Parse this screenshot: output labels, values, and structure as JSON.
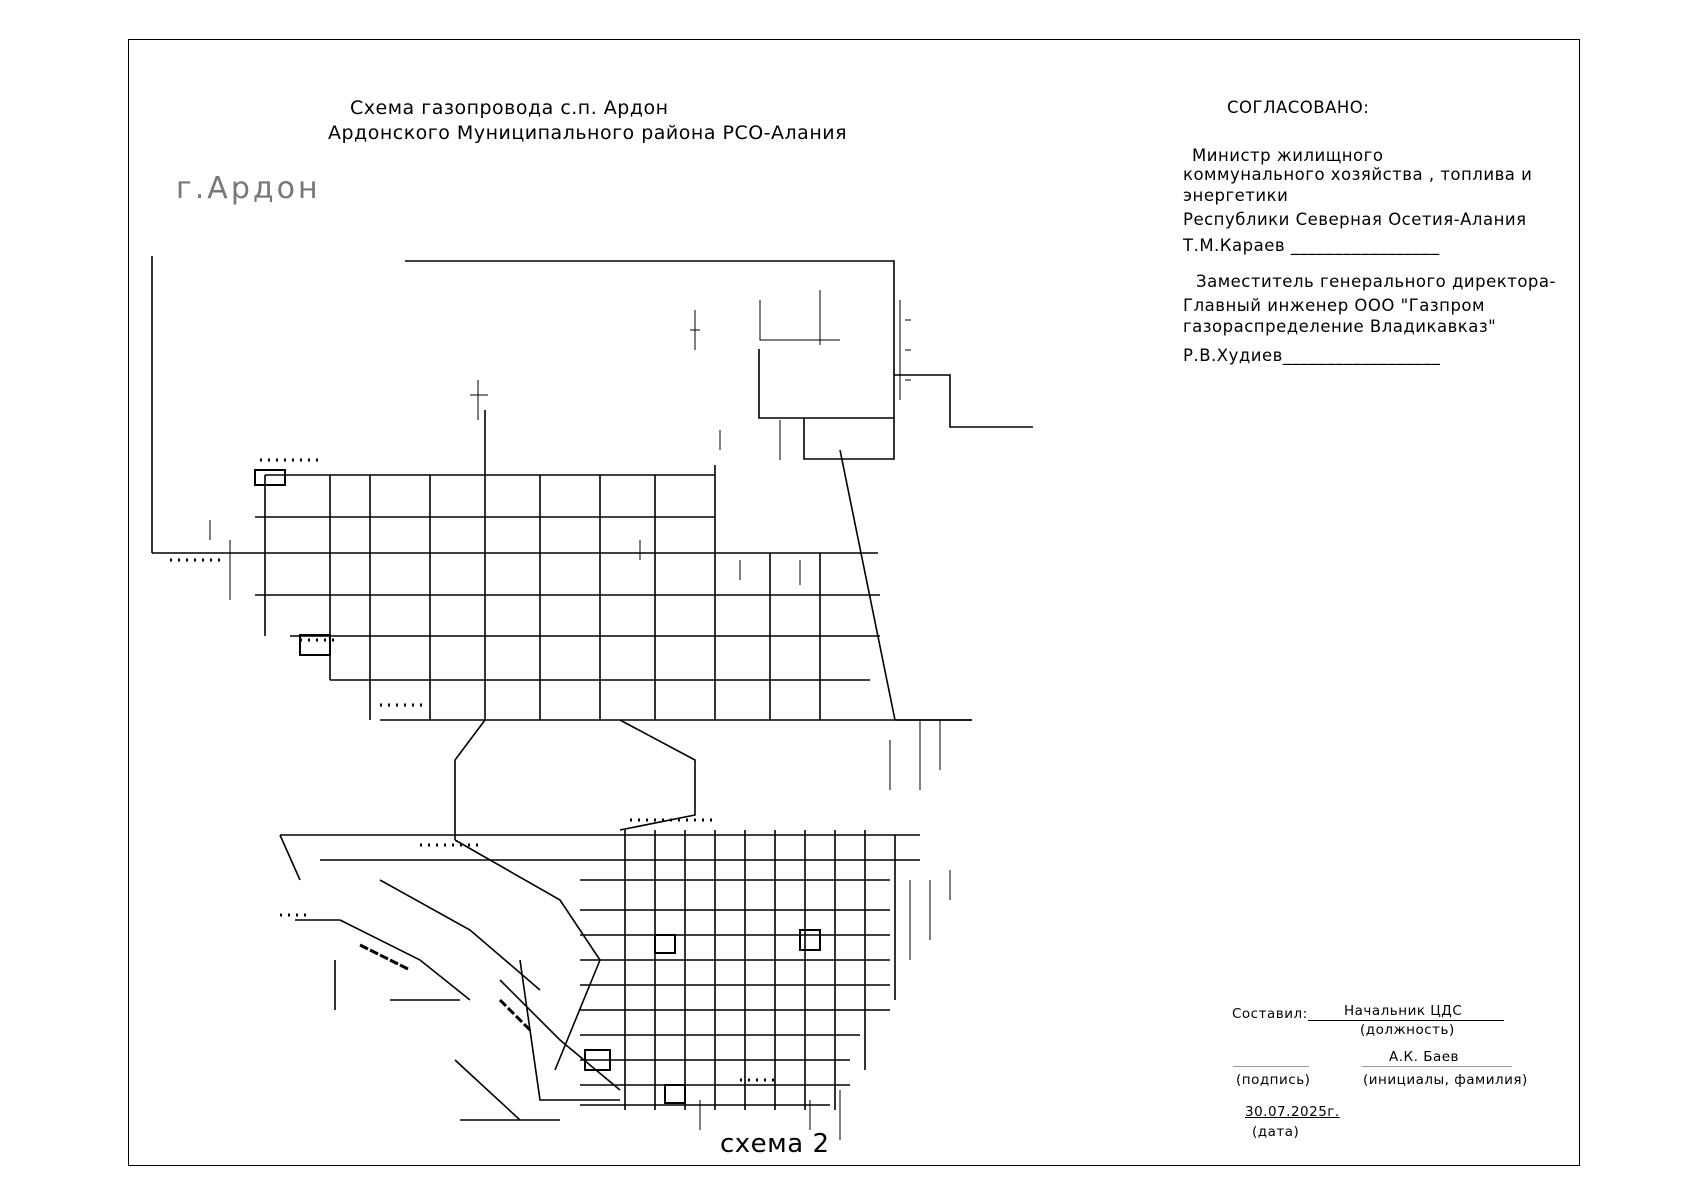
{
  "title": {
    "line1": "Схема газопровода с.п. Ардон",
    "line2": "Ардонского   Муниципального района РСО-Алания"
  },
  "city_label": "г.Ардон",
  "approval": {
    "heading": "СОГЛАСОВАНО:",
    "minister": {
      "line1": "Министр жилищного",
      "line2": "коммунального хозяйства , топлива и",
      "line3": "энергетики",
      "line4": "Республики Северная Осетия-Алания",
      "signature": "Т.М.Караев  _________________"
    },
    "deputy": {
      "line1": "Заместитель генерального директора-",
      "line2": "Главный инженер  ООО \"Газпром",
      "line3": "газораспределение Владикавказ\"",
      "signature": "Р.В.Худиев__________________"
    }
  },
  "compiled": {
    "label": "Составил:",
    "position_value": "Начальник ЦДС",
    "position_caption": "(должность)",
    "name_value": "А.К. Баев",
    "signature_caption": "(подпись)",
    "name_caption": "(инициалы, фамилия)",
    "date_value": "30.07.2025г.",
    "date_caption": "(дата)"
  },
  "map_label": "схема 2",
  "colors": {
    "line": "#000000",
    "city_label": "#777777",
    "frame": "#000000"
  }
}
